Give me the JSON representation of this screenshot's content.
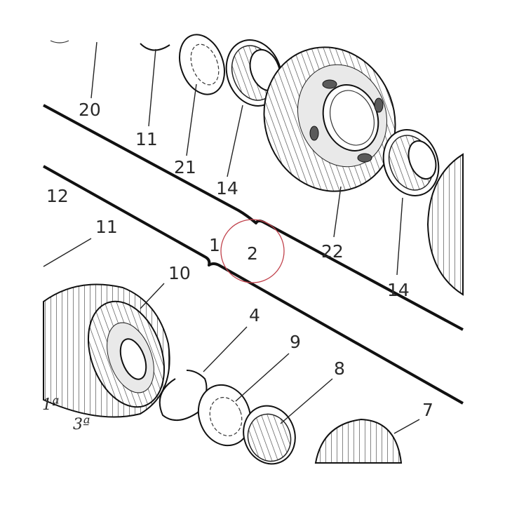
{
  "diagram": {
    "callouts": [
      {
        "id": "20",
        "text": "20"
      },
      {
        "id": "11-top",
        "text": "11"
      },
      {
        "id": "21",
        "text": "21"
      },
      {
        "id": "14-left",
        "text": "14"
      },
      {
        "id": "22",
        "text": "22"
      },
      {
        "id": "14-right",
        "text": "14"
      },
      {
        "id": "12",
        "text": "12"
      },
      {
        "id": "11-mid",
        "text": "11"
      },
      {
        "id": "10",
        "text": "10"
      },
      {
        "id": "1",
        "text": "1"
      },
      {
        "id": "2",
        "text": "2"
      },
      {
        "id": "4",
        "text": "4"
      },
      {
        "id": "9",
        "text": "9"
      },
      {
        "id": "8",
        "text": "8"
      },
      {
        "id": "7",
        "text": "7"
      }
    ],
    "gear_marks": [
      {
        "id": "1a",
        "text": "1ª"
      },
      {
        "id": "3a",
        "text": "3ª"
      }
    ],
    "highlight_color": "#c0404a"
  }
}
